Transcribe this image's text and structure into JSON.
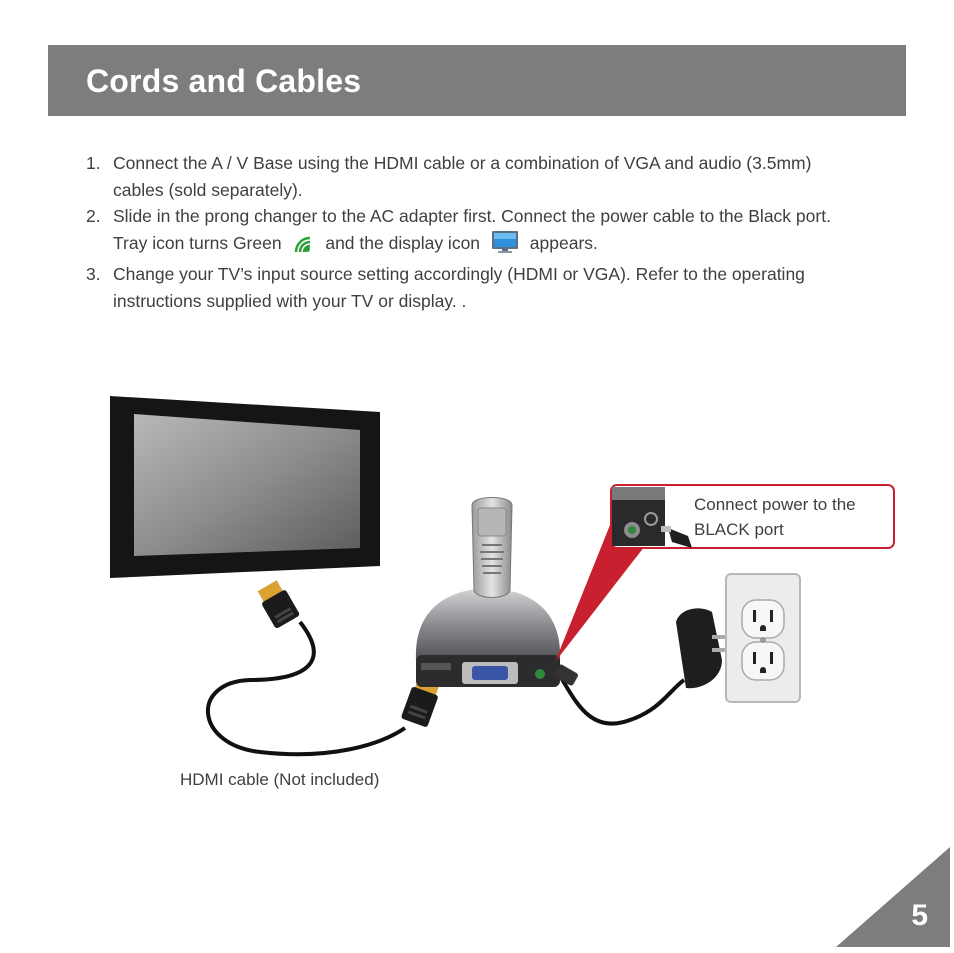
{
  "header": {
    "title": "Cords and Cables"
  },
  "steps": [
    {
      "num": "1.",
      "text": "Connect the A / V Base using the HDMI cable or a combination of VGA and audio (3.5mm) cables (sold separately)."
    },
    {
      "num": "2.",
      "text_a": "Slide in the prong changer to the AC adapter first. Connect the power cable to the Black port. Tray icon turns Green",
      "text_b": "and the display icon",
      "text_c": "appears.",
      "icons": [
        "wifi-tray-icon-green",
        "display-icon-blue"
      ]
    },
    {
      "num": "3.",
      "text": "Change your TV’s input source setting accordingly (HDMI or VGA). Refer to the operating instructions supplied with your TV or display. ."
    }
  ],
  "diagram": {
    "callout_text": "Connect power to the BLACK port",
    "hdmi_caption": "HDMI cable (Not included)",
    "callout_border_color": "#c8202e"
  },
  "page": {
    "number": "5"
  },
  "colors": {
    "header_bg": "#7d7d7f",
    "tray_green": "#2e9e3b",
    "display_blue": "#1e7fd0"
  }
}
